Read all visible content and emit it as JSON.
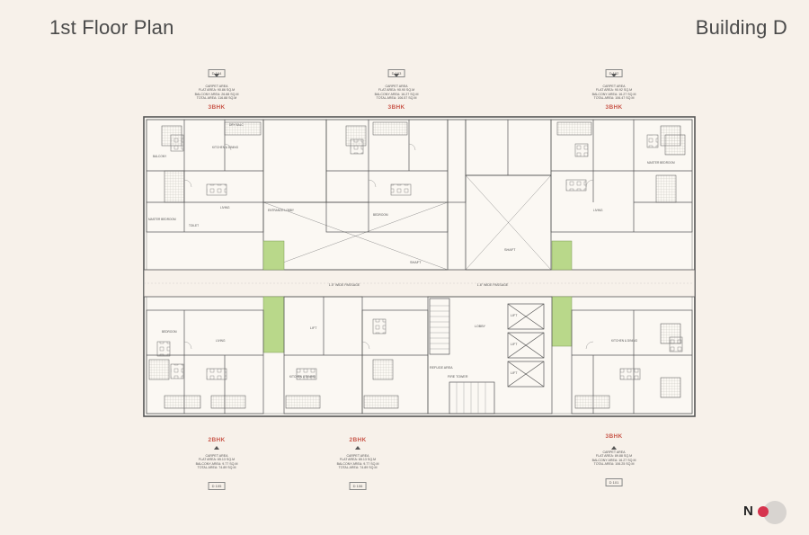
{
  "header": {
    "title_left": "1st Floor Plan",
    "title_right": "Building D"
  },
  "top_units": [
    {
      "tag": "D 104",
      "l1": "CARPET AREA",
      "l2": "FLAT AREA: 90.86 SQ.M",
      "l3": "BALCONY AREA: 26.88 SQ.M",
      "l4": "TOTAL AREA: 116.88 SQ.M",
      "type": "3BHK"
    },
    {
      "tag": "D 103",
      "l1": "CARPET AREA",
      "l2": "FLAT AREA: 90.90 SQ.M",
      "l3": "BALCONY AREA: 16.27 SQ.M",
      "l4": "TOTAL AREA: 106.57 SQ.M",
      "type": "3BHK"
    },
    {
      "tag": "D 102",
      "l1": "CARPET AREA",
      "l2": "FLAT AREA: 90.92 SQ.M",
      "l3": "BALCONY AREA: 16.27 SQ.M",
      "l4": "TOTAL AREA: 106.47 SQ.M",
      "type": "3BHK"
    }
  ],
  "bottom_units": [
    {
      "type": "2BHK",
      "l1": "CARPET AREA",
      "l2": "FLAT AREA: 65.13 SQ.M",
      "l3": "BALCONY AREA: 9.77 SQ.M",
      "l4": "TOTAL AREA: 74.89 SQ.M",
      "tag": "D 105"
    },
    {
      "type": "2BHK",
      "l1": "CARPET AREA",
      "l2": "FLAT AREA: 65.13 SQ.M",
      "l3": "BALCONY AREA: 9.77 SQ.M",
      "l4": "TOTAL AREA: 74.89 SQ.M",
      "tag": "D 106"
    },
    {
      "type": "3BHK",
      "l1": "CARPET AREA",
      "l2": "FLAT AREA: 89.88 SQ.M",
      "l3": "BALCONY AREA: 16.27 SQ.M",
      "l4": "TOTAL AREA: 106.25 SQ.M",
      "tag": "D 101"
    }
  ],
  "plan_labels": {
    "passage_left": "1.5\" WIDE PASSAGE",
    "passage_right": "1.8\" WIDE PASSAGE",
    "shaft_left": "SHAFT",
    "shaft_center": "SHAFT",
    "lift": "LIFT",
    "lobby": "LOBBY",
    "fire_tower": "FIRE TOWER",
    "refuge": "REFUGE AREA",
    "balcony": "BALCONY",
    "kitchen": "KITCHEN & DINING",
    "living": "LIVING",
    "bedroom": "BEDROOM",
    "master": "MASTER BEDROOM",
    "toilet": "TOILET",
    "dry_balcony": "DRY BALC",
    "entrance": "ENTRANCE LOBBY"
  },
  "compass": {
    "label": "N"
  },
  "colors": {
    "wall": "#5a5a5a",
    "accent_red": "#c9584b",
    "landscape": "#b9d88a",
    "north_dot": "#d6344e"
  }
}
